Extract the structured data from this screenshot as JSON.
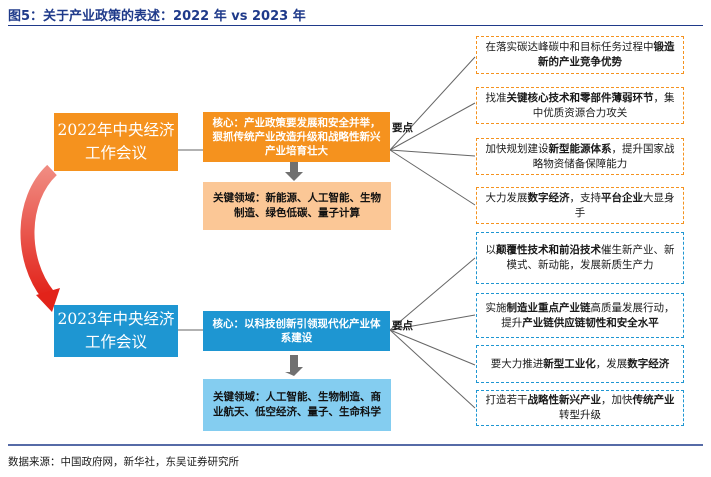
{
  "title": "图5：关于产业政策的表述：2022 年  vs 2023 年",
  "year2022": {
    "box_label": "2022年中央经济工作会议",
    "core": "核心：产业政策要发展和安全并举，狠抓传统产业改造升级和战略性新兴产业培育壮大",
    "key_fields": "关键领域：新能源、人工智能、生物制造、绿色低碳、量子计算",
    "points_label": "要点",
    "points": [
      {
        "parts": [
          {
            "t": "在落实碳达峰碳中和目标任务过程中",
            "b": false
          },
          {
            "t": "锻造新的产业竞争优势",
            "b": true
          }
        ]
      },
      {
        "parts": [
          {
            "t": "找准",
            "b": false
          },
          {
            "t": "关键核心技术和零部件薄弱环节",
            "b": true
          },
          {
            "t": "，集中优质资源合力攻关",
            "b": false
          }
        ]
      },
      {
        "parts": [
          {
            "t": "加快规划建设",
            "b": false
          },
          {
            "t": "新型能源体系",
            "b": true
          },
          {
            "t": "，提升国家战略物资储备保障能力",
            "b": false
          }
        ]
      },
      {
        "parts": [
          {
            "t": "大力发展",
            "b": false
          },
          {
            "t": "数字经济",
            "b": true
          },
          {
            "t": "，支持",
            "b": false
          },
          {
            "t": "平台企业",
            "b": true
          },
          {
            "t": "大显身手",
            "b": false
          }
        ]
      }
    ]
  },
  "year2023": {
    "box_label": "2023年中央经济工作会议",
    "core": "核心：以科技创新引领现代化产业体系建设",
    "key_fields": "关键领域：人工智能、生物制造、商业航天、低空经济、量子、生命科学",
    "points_label": "要点",
    "points": [
      {
        "parts": [
          {
            "t": "以",
            "b": false
          },
          {
            "t": "颠覆性技术和前沿技术",
            "b": true
          },
          {
            "t": "催生新产业、新模式、新动能，发展新质生产力",
            "b": false
          }
        ]
      },
      {
        "parts": [
          {
            "t": "实施",
            "b": false
          },
          {
            "t": "制造业重点产业链",
            "b": true
          },
          {
            "t": "高质量发展行动，提升",
            "b": false
          },
          {
            "t": "产业链供应链韧性和安全水平",
            "b": true
          }
        ]
      },
      {
        "parts": [
          {
            "t": "要大力推进",
            "b": false
          },
          {
            "t": "新型工业化",
            "b": true
          },
          {
            "t": "，发展",
            "b": false
          },
          {
            "t": "数字经济",
            "b": true
          }
        ]
      },
      {
        "parts": [
          {
            "t": "打造若干",
            "b": false
          },
          {
            "t": "战略性新兴产业",
            "b": true
          },
          {
            "t": "，加快",
            "b": false
          },
          {
            "t": "传统产业",
            "b": true
          },
          {
            "t": "转型升级",
            "b": false
          }
        ]
      }
    ]
  },
  "source": "数据来源：中国政府网，新华社，东吴证券研究所",
  "colors": {
    "orange": "#f5921e",
    "blue": "#1e96d2",
    "navy": "#1f3a8a",
    "red": "#e2231a",
    "gray_arrow": "#707070"
  }
}
